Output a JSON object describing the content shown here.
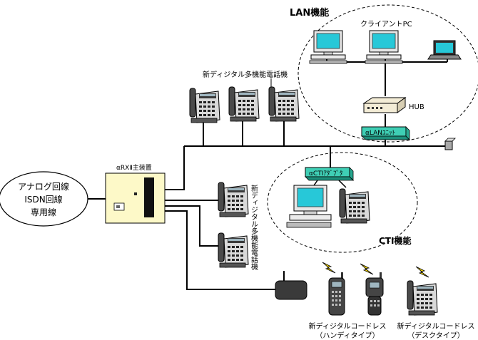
{
  "labels": {
    "lan_title": "LAN機能",
    "client_pc": "クライアントPC",
    "hub": "HUB",
    "lan_unit": "αLANﾕﾆｯﾄ",
    "phones_top": "新ディジタル多機能電話機",
    "main_unit": "αRXⅡ主装置",
    "lines_1": "アナログ回線",
    "lines_2": "ISDN回線",
    "lines_3": "専用線",
    "phones_right": "新ディジタル多機能電話機",
    "cti_adapter": "αCTIｱﾀﾞﾌﾟﾀ",
    "cti_title": "CTI機能",
    "cordless_handy_1": "新ディジタルコードレス",
    "cordless_handy_2": "（ハンディタイプ）",
    "cordless_desk_1": "新ディジタルコードレス",
    "cordless_desk_2": "（デスクタイプ）"
  },
  "colors": {
    "line": "#000000",
    "screen": "#27c8d8",
    "lan_unit_fill": "#3fcfb5",
    "main_unit_fill": "#fdf9c8",
    "phone_body": "#d9d9d9",
    "phone_dark": "#3a3a3a",
    "cordless_body": "#454545",
    "signal": "#f1d200"
  }
}
